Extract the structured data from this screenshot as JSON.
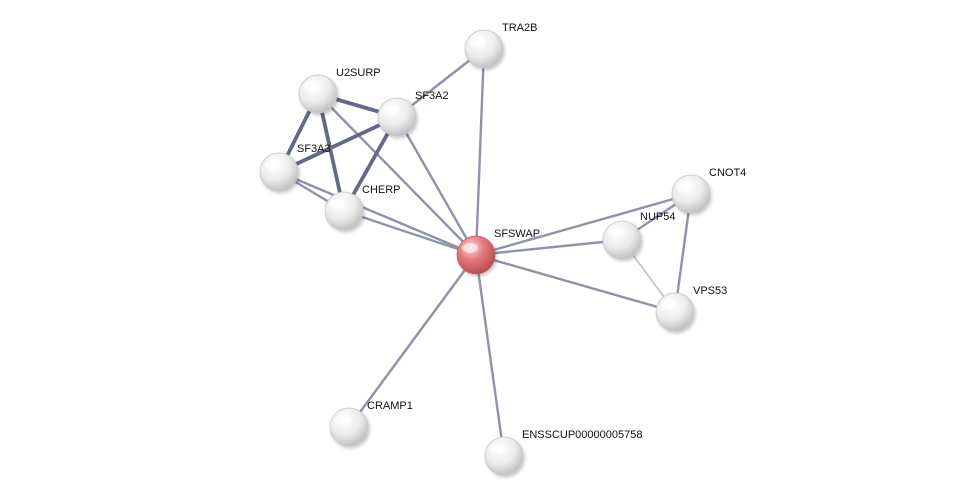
{
  "network": {
    "nodes": [
      {
        "id": "sfswap",
        "label": "SFSWAP",
        "query": true
      },
      {
        "id": "tra2b",
        "label": "TRA2B"
      },
      {
        "id": "u2surp",
        "label": "U2SURP"
      },
      {
        "id": "sf3a2",
        "label": "SF3A2"
      },
      {
        "id": "sf3a3",
        "label": "SF3A3"
      },
      {
        "id": "cherp",
        "label": "CHERP"
      },
      {
        "id": "cnot4",
        "label": "CNOT4"
      },
      {
        "id": "nup54",
        "label": "NUP54"
      },
      {
        "id": "vps53",
        "label": "VPS53"
      },
      {
        "id": "cramp1",
        "label": "CRAMP1"
      },
      {
        "id": "enscup",
        "label": "ENSSCUP00000005758"
      }
    ],
    "edges": [
      {
        "source": "sfswap",
        "target": "tra2b",
        "strength": "medium"
      },
      {
        "source": "sfswap",
        "target": "u2surp",
        "strength": "medium"
      },
      {
        "source": "sfswap",
        "target": "sf3a2",
        "strength": "medium"
      },
      {
        "source": "sfswap",
        "target": "sf3a3",
        "strength": "medium"
      },
      {
        "source": "sfswap",
        "target": "cherp",
        "strength": "medium"
      },
      {
        "source": "sfswap",
        "target": "cnot4",
        "strength": "medium"
      },
      {
        "source": "sfswap",
        "target": "nup54",
        "strength": "medium"
      },
      {
        "source": "sfswap",
        "target": "vps53",
        "strength": "medium"
      },
      {
        "source": "sfswap",
        "target": "cramp1",
        "strength": "medium"
      },
      {
        "source": "sfswap",
        "target": "enscup",
        "strength": "medium"
      },
      {
        "source": "tra2b",
        "target": "sf3a2",
        "strength": "medium"
      },
      {
        "source": "u2surp",
        "target": "sf3a2",
        "strength": "strong"
      },
      {
        "source": "u2surp",
        "target": "sf3a3",
        "strength": "strong"
      },
      {
        "source": "u2surp",
        "target": "cherp",
        "strength": "strong"
      },
      {
        "source": "sf3a2",
        "target": "sf3a3",
        "strength": "strong"
      },
      {
        "source": "sf3a2",
        "target": "cherp",
        "strength": "strong"
      },
      {
        "source": "sf3a3",
        "target": "cherp",
        "strength": "medium"
      },
      {
        "source": "cnot4",
        "target": "nup54",
        "strength": "medium"
      },
      {
        "source": "cnot4",
        "target": "vps53",
        "strength": "medium"
      },
      {
        "source": "nup54",
        "target": "vps53",
        "strength": "weak"
      }
    ]
  },
  "colors": {
    "query_node": "#d85b61",
    "node": "#d8d8d8",
    "edge_weak": "#b8bcc8",
    "edge_medium": "#8d93a8",
    "edge_strong": "#636a85"
  }
}
